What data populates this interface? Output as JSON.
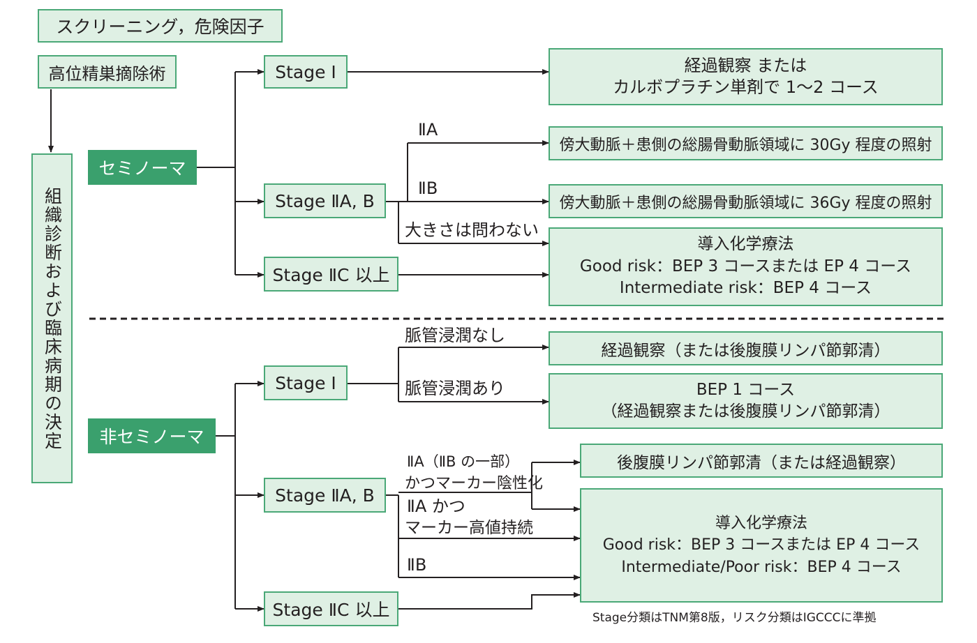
{
  "colors": {
    "accent": "#3aa06d",
    "box_fill": "#dff0e4",
    "box_border": "#4aa877"
  },
  "screening": "スクリーニング，危険因子",
  "orchiectomy": "高位精巣摘除術",
  "diagnosis": "組織診断および臨床病期の決定",
  "seminoma": {
    "title": "セミノーマ",
    "stage1": "Stage Ⅰ",
    "stage2ab": "Stage ⅡA, B",
    "stage2c": "Stage ⅡC 以上",
    "label_2a": "ⅡA",
    "label_2b": "ⅡB",
    "label_any_size": "大きさは問わない",
    "outcome_stage1": [
      "経過観察 または",
      "カルボプラチン単剤で 1～2 コース"
    ],
    "outcome_2a": "傍大動脈＋患側の総腸骨動脈領域に 30Gy 程度の照射",
    "outcome_2b": "傍大動脈＋患側の総腸骨動脈領域に 36Gy 程度の照射",
    "outcome_chemo": [
      "導入化学療法",
      "Good risk：BEP 3 コースまたは EP 4 コース",
      "Intermediate risk：BEP 4 コース"
    ]
  },
  "nonseminoma": {
    "title": "非セミノーマ",
    "stage1": "Stage Ⅰ",
    "stage2ab": "Stage ⅡA, B",
    "stage2c": "Stage ⅡC 以上",
    "label_no_invasion": "脈管浸潤なし",
    "label_invasion": "脈管浸潤あり",
    "label_2a_partial": [
      "ⅡA（ⅡB の一部）",
      "かつマーカー陰性化"
    ],
    "label_2a_high": [
      "ⅡA かつ",
      "マーカー高値持続"
    ],
    "label_2b": "ⅡB",
    "outcome_observe": "経過観察（または後腹膜リンパ節郭清）",
    "outcome_bep1": [
      "BEP 1 コース",
      "（経過観察または後腹膜リンパ節郭清）"
    ],
    "outcome_rplnd": "後腹膜リンパ節郭清（または経過観察）",
    "outcome_chemo": [
      "導入化学療法",
      "Good risk：BEP 3 コースまたは EP 4 コース",
      "Intermediate/Poor risk：BEP 4 コース"
    ]
  },
  "footnote": "Stage分類はTNM第8版，リスク分類はIGCCCに準拠"
}
